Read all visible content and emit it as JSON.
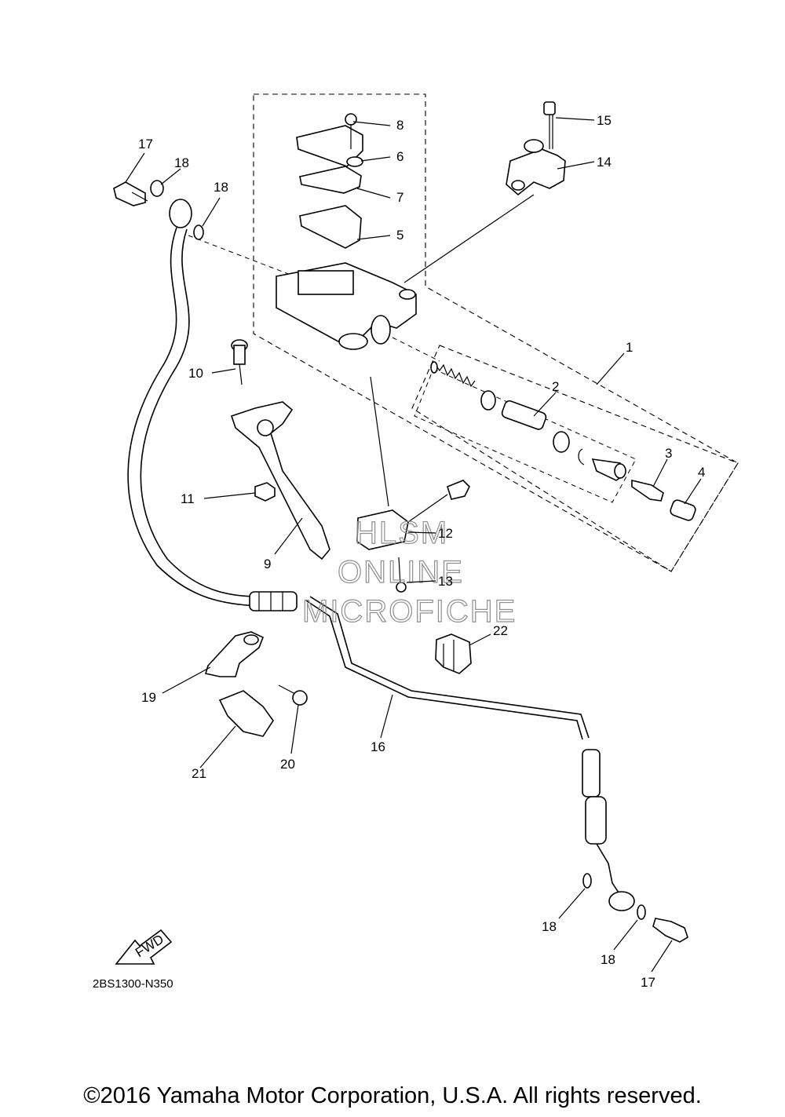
{
  "diagram": {
    "code": "2BS1300-N350",
    "copyright": "©2016 Yamaha Motor Corporation, U.S.A. All rights reserved.",
    "fwd_label": "FWD",
    "watermark": [
      "HLSM",
      "ONLINE",
      "MICROFICHE"
    ],
    "callouts": {
      "c1": "1",
      "c2": "2",
      "c3": "3",
      "c4": "4",
      "c5": "5",
      "c6": "6",
      "c7": "7",
      "c8": "8",
      "c9": "9",
      "c10": "10",
      "c11": "11",
      "c12": "12",
      "c13": "13",
      "c14": "14",
      "c15": "15",
      "c16": "16",
      "c17a": "17",
      "c17b": "17",
      "c18a": "18",
      "c18b": "18",
      "c18c": "18",
      "c18d": "18",
      "c19": "19",
      "c20": "20",
      "c21": "21",
      "c22": "22"
    }
  }
}
